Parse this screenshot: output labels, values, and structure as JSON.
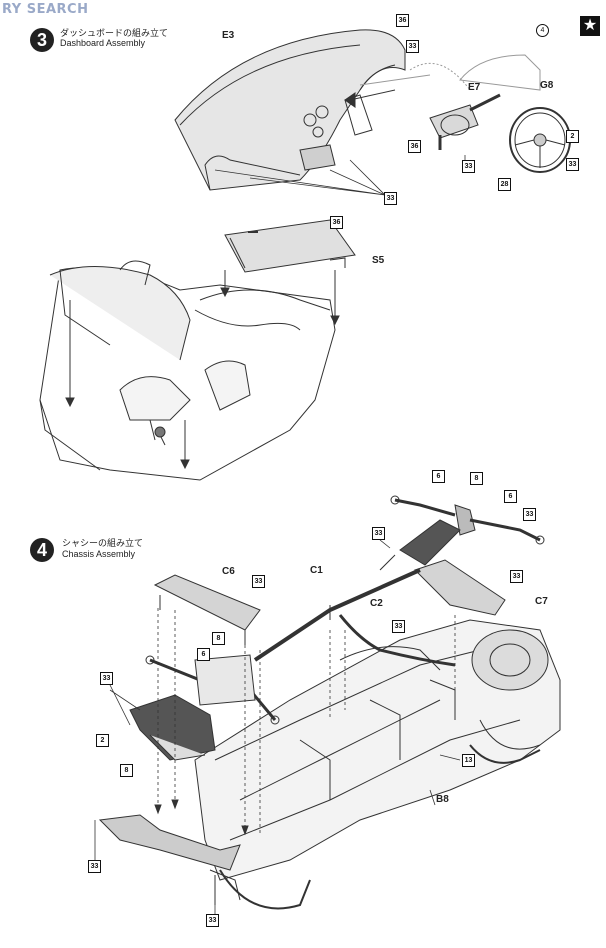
{
  "watermark": {
    "text": "RY SEARCH",
    "sub": ""
  },
  "steps": [
    {
      "number": "3",
      "ja": "ダッシュボードの組み立て",
      "en": "Dashboard Assembly"
    },
    {
      "number": "4",
      "ja": "シャシーの組み立て",
      "en": "Chassis Assembly"
    }
  ],
  "part_labels": {
    "e3": "E3",
    "e7": "E7",
    "g8": "G8",
    "s5": "S5",
    "c6": "C6",
    "c1": "C1",
    "c2": "C2",
    "c7": "C7",
    "b8": "B8"
  },
  "color_boxes": {
    "b36a": "36",
    "b33a": "33",
    "b4": "4",
    "b2a": "2",
    "b33b": "33",
    "b28": "28",
    "b36b": "36",
    "b33c": "33",
    "b33d": "33",
    "b36c": "36",
    "b6a": "6",
    "b8a": "8",
    "b6b": "6",
    "b33e": "33",
    "b33f": "33",
    "b33g": "33",
    "b33h": "33",
    "b8b": "8",
    "b6c": "6",
    "b33i": "33",
    "b2b": "2",
    "b8c": "8",
    "b33j": "33",
    "b13": "13",
    "b33k": "33",
    "b33l": "33"
  },
  "icons": {
    "step_marker": "star-icon"
  }
}
